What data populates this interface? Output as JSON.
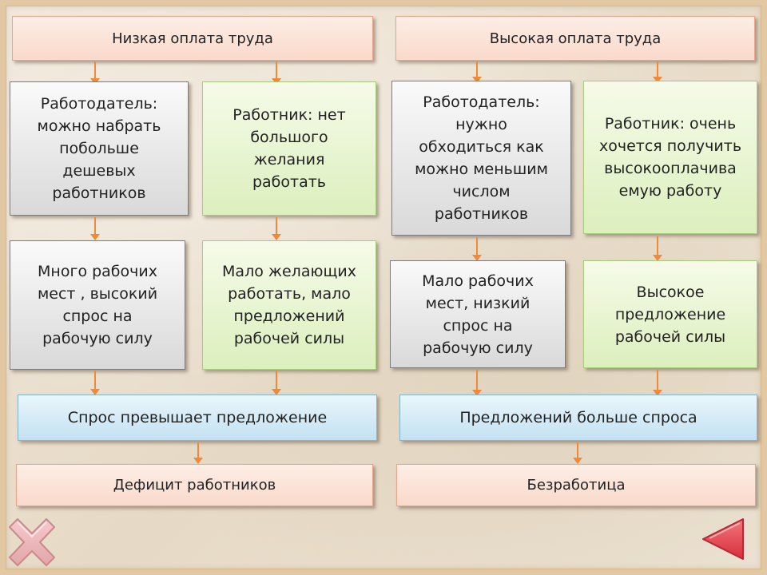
{
  "diagram": {
    "low": {
      "header": "Низкая оплата труда",
      "employer": "Работодатель:\nможно набрать\nпобольше\nдешевых\nработников",
      "worker": "Работник: нет\nбольшого\nжелания\nработать",
      "jobs": "Много рабочих\nмест , высокий\nспрос на\nрабочую силу",
      "supply": "Мало желающих\nработать, мало\nпредложений\nрабочей силы",
      "balance": "Спрос превышает предложение",
      "result": "Дефицит работников"
    },
    "high": {
      "header": "Высокая  оплата труда",
      "employer": "Работодатель:\nнужно\nобходиться как\nможно меньшим\nчислом\nработников",
      "worker": "Работник: очень\nхочется получить\nвысокооплачива\nемую работу",
      "jobs": "Мало рабочих\nмест, низкий\nспрос на\nрабочую силу",
      "supply": "Высокое\nпредложение\nрабочей силы",
      "balance": "Предложений больше спроса",
      "result": "Безработица"
    }
  },
  "colors": {
    "arrow": "#f08a3a",
    "pink_border": "#e8a58c",
    "green_border": "#a9cc7c",
    "gray_border": "#7d7d7d",
    "blue_border": "#7fb7d8",
    "nav_red": "#e2454f",
    "nav_pink": "#f4c6c8"
  },
  "navigation": {
    "close_icon": "x-cross-icon",
    "back_icon": "triangle-left-icon"
  }
}
